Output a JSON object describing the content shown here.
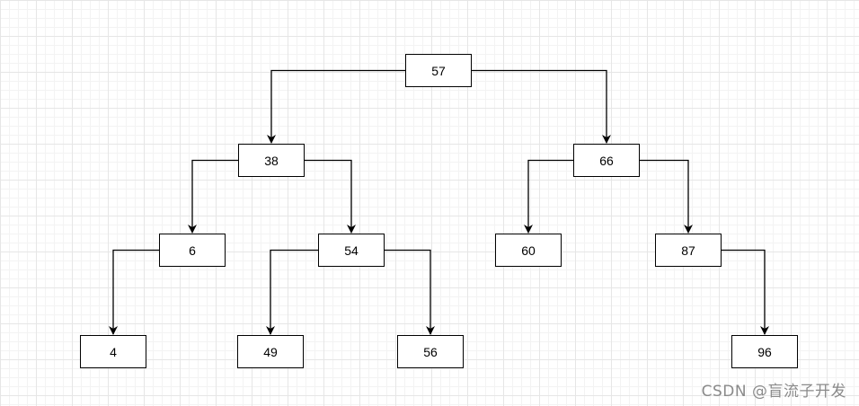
{
  "diagram": {
    "nodes": [
      {
        "id": "n57",
        "label": "57"
      },
      {
        "id": "n38",
        "label": "38"
      },
      {
        "id": "n66",
        "label": "66"
      },
      {
        "id": "n6",
        "label": "6"
      },
      {
        "id": "n54",
        "label": "54"
      },
      {
        "id": "n60",
        "label": "60"
      },
      {
        "id": "n87",
        "label": "87"
      },
      {
        "id": "n4",
        "label": "4"
      },
      {
        "id": "n49",
        "label": "49"
      },
      {
        "id": "n56",
        "label": "56"
      },
      {
        "id": "n96",
        "label": "96"
      }
    ],
    "edges": [
      {
        "from": "n57",
        "to": "n38"
      },
      {
        "from": "n57",
        "to": "n66"
      },
      {
        "from": "n38",
        "to": "n6"
      },
      {
        "from": "n38",
        "to": "n54"
      },
      {
        "from": "n66",
        "to": "n60"
      },
      {
        "from": "n66",
        "to": "n87"
      },
      {
        "from": "n6",
        "to": "n4"
      },
      {
        "from": "n54",
        "to": "n49"
      },
      {
        "from": "n54",
        "to": "n56"
      },
      {
        "from": "n87",
        "to": "n96"
      }
    ]
  },
  "watermark": "CSDN @盲流子开发"
}
